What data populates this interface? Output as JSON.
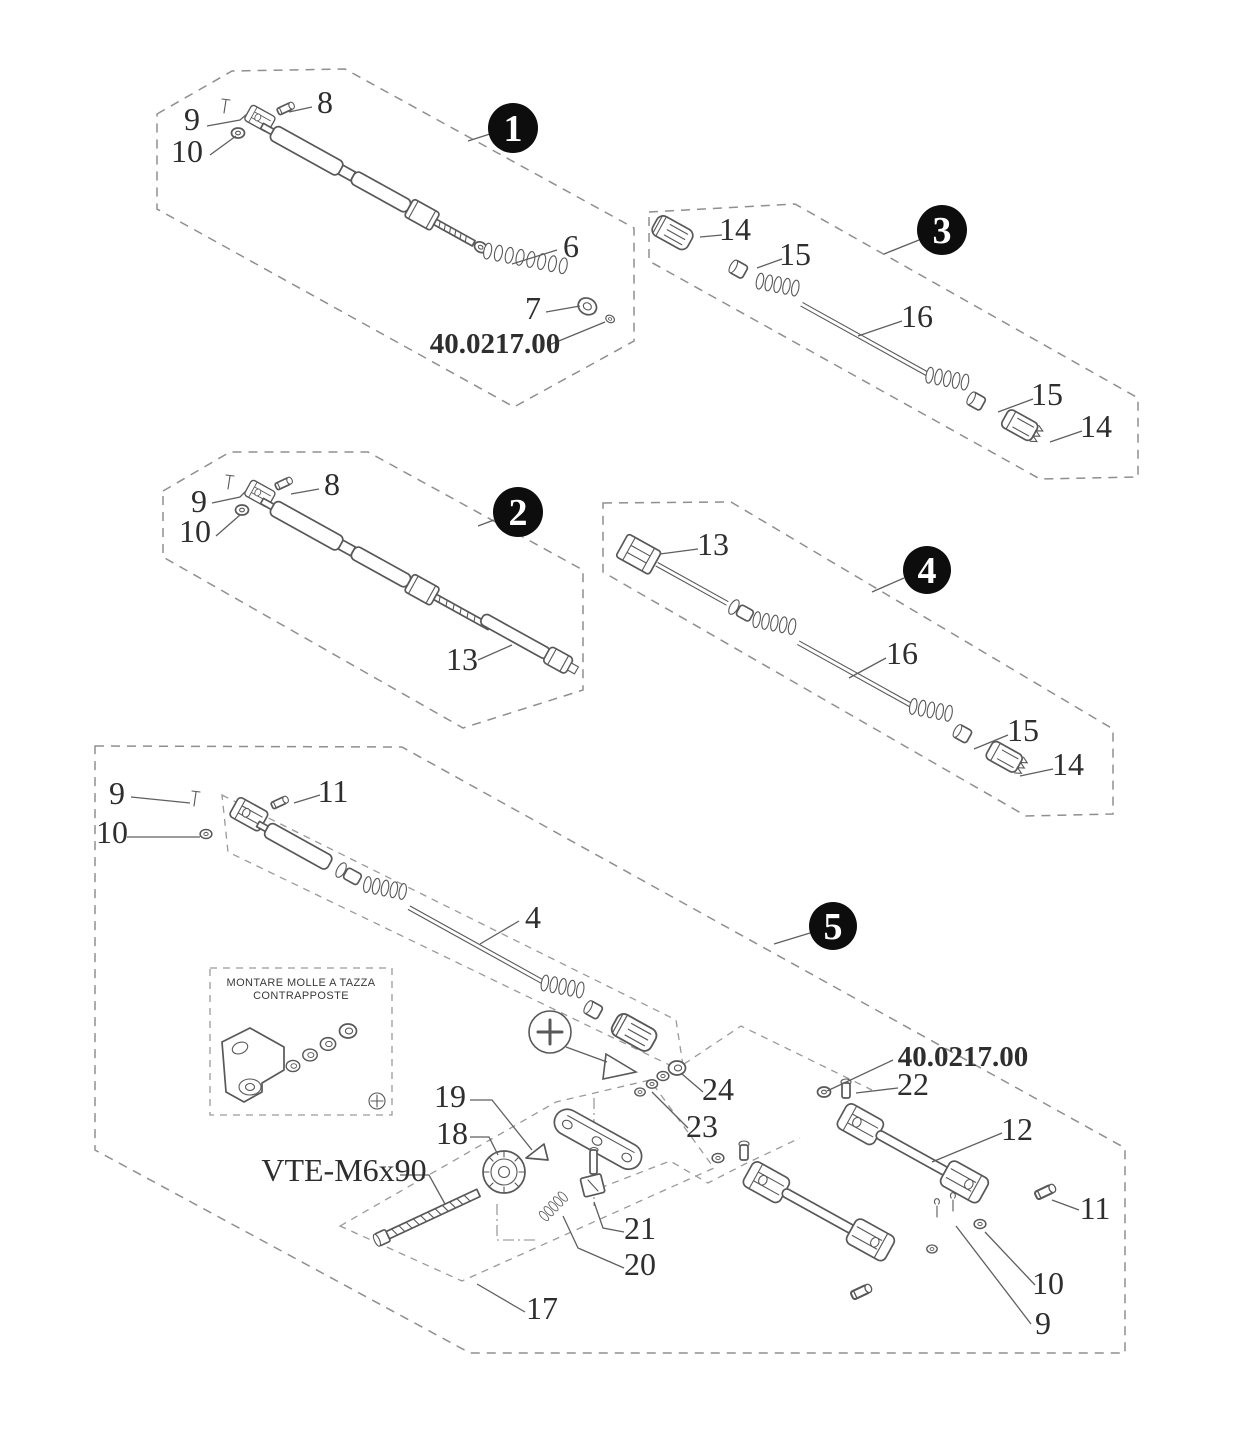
{
  "document": {
    "type": "exploded-parts-diagram",
    "colors": {
      "background": "#ffffff",
      "part_line": "#585858",
      "dashed_outline": "#8f8f8f",
      "label_text": "#2e2e2e",
      "badge_background": "#0d0d0d",
      "badge_number": "#ffffff"
    }
  },
  "badges": {
    "b1": "1",
    "b2": "2",
    "b3": "3",
    "b4": "4",
    "b5": "5"
  },
  "part_code": "40.0217.00",
  "bolt_spec": "VTE-M6x90",
  "inset": {
    "line1": "MONTARE MOLLE A TAZZA",
    "line2": "CONTRAPPOSTE"
  },
  "icons": {
    "plus_circle": "+",
    "cross_reference_plus": "+",
    "numbered_balloon": "black disc with white numeral"
  },
  "labels": {
    "g1_9": "9",
    "g1_10": "10",
    "g1_8": "8",
    "g1_6": "6",
    "g1_7": "7",
    "g1_code": "40.0217.00",
    "g2_9": "9",
    "g2_10": "10",
    "g2_8": "8",
    "g2_13": "13",
    "g3_14a": "14",
    "g3_15a": "15",
    "g3_16": "16",
    "g3_15b": "15",
    "g3_14b": "14",
    "g4_13": "13",
    "g4_16": "16",
    "g4_15": "15",
    "g4_14": "14",
    "g5_9a": "9",
    "g5_10a": "10",
    "g5_11a": "11",
    "g5_4": "4",
    "g5_19": "19",
    "g5_18": "18",
    "g5_vte": "VTE-M6x90",
    "g5_17": "17",
    "g5_20": "20",
    "g5_21": "21",
    "g5_23": "23",
    "g5_24": "24",
    "g5_22": "22",
    "g5_code": "40.0217.00",
    "g5_12": "12",
    "g5_11b": "11",
    "g5_10b": "10",
    "g5_9b": "9"
  }
}
